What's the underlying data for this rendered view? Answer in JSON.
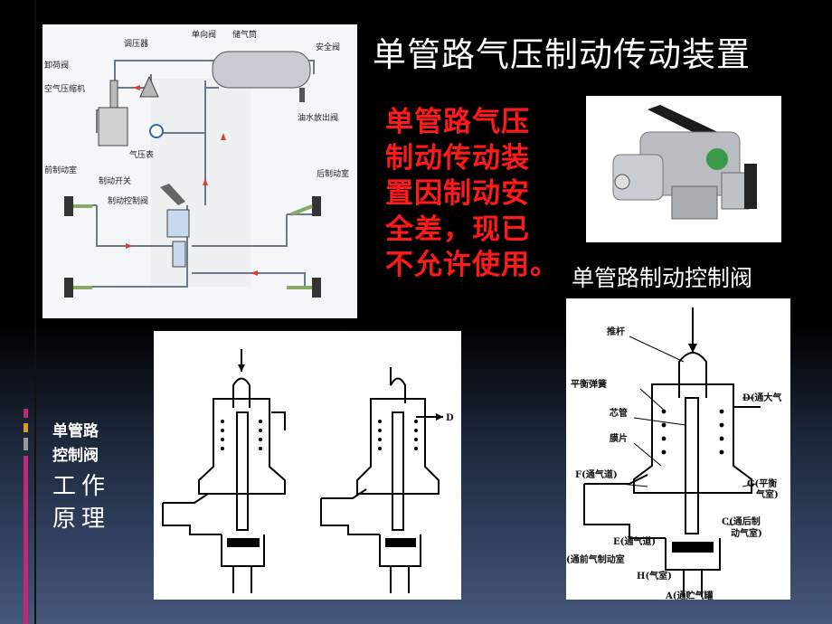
{
  "slide": {
    "title": "单管路气压制动传动装置",
    "warning_lines": [
      "单管路气压",
      "制动传动装",
      "置因制动安",
      "全差，现已",
      "不允许使用。"
    ],
    "valve_caption": "单管路制动控制阀",
    "side_label_small": [
      "单管路",
      "控制阀"
    ],
    "side_label_large": [
      "工作",
      "原理"
    ]
  },
  "system_diagram": {
    "labels": {
      "regulator": "调压器",
      "check_valve": "单向阀",
      "reservoir": "储气筒",
      "safety_valve": "安全阀",
      "unloader": "卸荷阀",
      "compressor": "空气压缩机",
      "drain_valve": "油水放出阀",
      "gauge": "气压表",
      "front_chamber": "前制动室",
      "rear_chamber": "后制动室",
      "brake_switch": "制动开关",
      "brake_valve": "制动控制阀"
    }
  },
  "valve_section": {
    "labels": {
      "push_rod": "推杆",
      "balance_spring": "平衡弹簧",
      "core_tube": "芯管",
      "diaphragm": "膜片",
      "port_d": "D(通大气",
      "port_f": "F(通气道)",
      "port_g": "G(平衡",
      "port_g2": "气室)",
      "port_c": "C(通后制",
      "port_c2": "动气室)",
      "port_e": "E(通气道)",
      "front_chamber_conn": "(通前气制动室",
      "port_h": "H(气室)",
      "port_a": "A(通贮气罐"
    }
  },
  "working_diagram": {
    "port_label": "D"
  },
  "colors": {
    "background_top": "#000000",
    "background_bottom": "#46587c",
    "warning_text": "#ff1a1a",
    "sidebar_bar_1": "#c0297a",
    "sidebar_bar_2": "#d9a020"
  }
}
